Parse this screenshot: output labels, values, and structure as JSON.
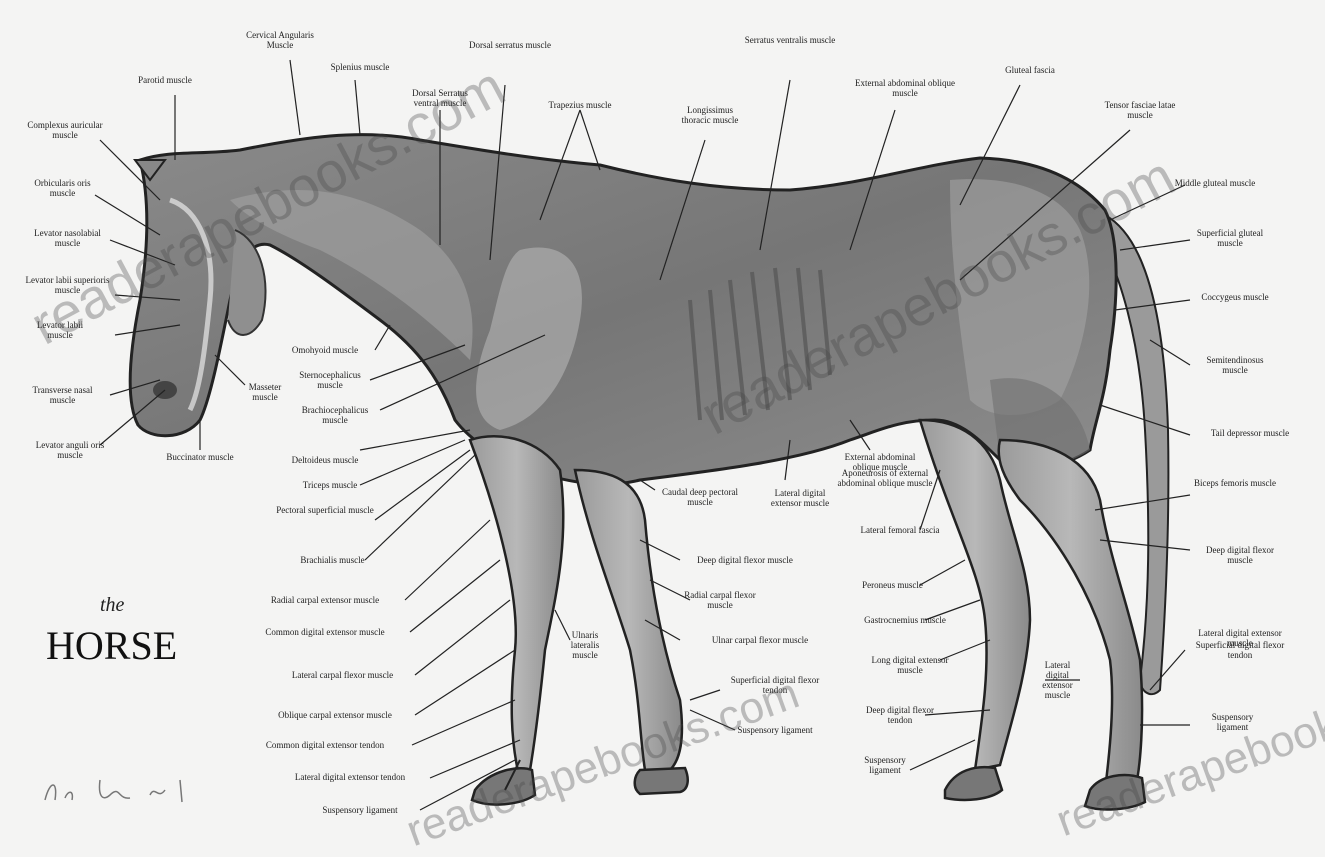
{
  "title": {
    "small": "the",
    "main": "HORSE"
  },
  "watermark": "readerapebooks.com",
  "labels": [
    {
      "id": "l-oblique-cervical-head",
      "text": "Cervical Angularis Muscle"
    },
    {
      "id": "l-splenius",
      "text": "Splenius muscle"
    },
    {
      "id": "l-dorsal-serratus",
      "text": "Dorsal Serratus ventral muscle"
    },
    {
      "id": "l-dorsal-serratus2",
      "text": "Dorsal serratus muscle"
    },
    {
      "id": "l-trapezius",
      "text": "Trapezius muscle"
    },
    {
      "id": "l-longissimus",
      "text": "Longissimus thoracic muscle"
    },
    {
      "id": "l-serratus-ventral",
      "text": "Serratus ventralis muscle"
    },
    {
      "id": "l-external-abdominal",
      "text": "External abdominal oblique muscle"
    },
    {
      "id": "l-gluteal-fascia",
      "text": "Gluteal fascia"
    },
    {
      "id": "l-tensor-fascia",
      "text": "Tensor fasciae latae muscle"
    },
    {
      "id": "l-parotid",
      "text": "Parotid muscle"
    },
    {
      "id": "l-complexus",
      "text": "Complexus auricular muscle"
    },
    {
      "id": "l-orbicularis",
      "text": "Orbicularis oris muscle"
    },
    {
      "id": "l-levator-nasolabialis",
      "text": "Levator nasolabial muscle"
    },
    {
      "id": "l-levator-labii",
      "text": "Levator labii superioris muscle"
    },
    {
      "id": "l-levator-labii2",
      "text": "Levator labii muscle"
    },
    {
      "id": "l-transverse-nasal",
      "text": "Transverse nasal muscle"
    },
    {
      "id": "l-levator-anguli",
      "text": "Levator anguli oris muscle"
    },
    {
      "id": "l-buccinator",
      "text": "Buccinator muscle"
    },
    {
      "id": "l-masseter",
      "text": "Masseter muscle"
    },
    {
      "id": "l-omohyoid",
      "text": "Omohyoid muscle"
    },
    {
      "id": "l-sternocephalicus",
      "text": "Sternocephalicus muscle"
    },
    {
      "id": "l-brachiocephalicus",
      "text": "Brachiocephalicus muscle"
    },
    {
      "id": "l-deltoideus",
      "text": "Deltoideus muscle"
    },
    {
      "id": "l-triceps",
      "text": "Triceps muscle"
    },
    {
      "id": "l-pectoral-superficial",
      "text": "Pectoral superficial muscle"
    },
    {
      "id": "l-brachialis",
      "text": "Brachialis muscle"
    },
    {
      "id": "l-radial-carpal-extensor",
      "text": "Radial carpal extensor muscle"
    },
    {
      "id": "l-common-digital",
      "text": "Common digital extensor muscle"
    },
    {
      "id": "l-lateral-carpal-flexor",
      "text": "Lateral carpal flexor muscle"
    },
    {
      "id": "l-oblique-carpal",
      "text": "Oblique carpal extensor muscle"
    },
    {
      "id": "l-common-digital-tendon",
      "text": "Common digital extensor tendon"
    },
    {
      "id": "l-lateral-digital-tendon",
      "text": "Lateral digital extensor tendon"
    },
    {
      "id": "l-suspensory-ligament",
      "text": "Suspensory ligament"
    },
    {
      "id": "l-ulnaris-lateralis",
      "text": "Ulnaris lateralis muscle"
    },
    {
      "id": "l-caudal-deep-pectoral",
      "text": "Caudal deep pectoral muscle"
    },
    {
      "id": "l-deep-digital-flexor",
      "text": "Deep digital flexor muscle"
    },
    {
      "id": "l-radial-carpal-flexor",
      "text": "Radial carpal flexor muscle"
    },
    {
      "id": "l-ulnar-carpal-flexor",
      "text": "Ulnar carpal flexor muscle"
    },
    {
      "id": "l-superficial-digital-tendon",
      "text": "Superficial digital flexor tendon"
    },
    {
      "id": "l-suspensory-ligament-2",
      "text": "Suspensory ligament"
    },
    {
      "id": "l-lateral-digital-extensor",
      "text": "Lateral digital extensor muscle"
    },
    {
      "id": "l-external-abdominal-2",
      "text": "External abdominal oblique muscle"
    },
    {
      "id": "l-aponeurosis",
      "text": "Aponeurosis of external abdominal oblique muscle"
    },
    {
      "id": "l-lateral-femoral",
      "text": "Lateral femoral fascia"
    },
    {
      "id": "l-peroneus",
      "text": "Peroneus muscle"
    },
    {
      "id": "l-gastrocnemius",
      "text": "Gastrocnemius muscle"
    },
    {
      "id": "l-long-digital-extensor",
      "text": "Long digital extensor muscle"
    },
    {
      "id": "l-deep-digital-flexor-tendon",
      "text": "Deep digital flexor tendon"
    },
    {
      "id": "l-suspensory-ligament-3",
      "text": "Suspensory ligament"
    },
    {
      "id": "l-lateral-digital-ext-hind",
      "text": "Lateral digital extensor muscle"
    },
    {
      "id": "l-middle-gluteal",
      "text": "Middle gluteal muscle"
    },
    {
      "id": "l-superficial-gluteal",
      "text": "Superficial gluteal muscle"
    },
    {
      "id": "l-coccygeus",
      "text": "Coccygeus muscle"
    },
    {
      "id": "l-semitendinosus",
      "text": "Semitendinosus muscle"
    },
    {
      "id": "l-tail-depressor",
      "text": "Tail depressor muscle"
    },
    {
      "id": "l-biceps-femoris",
      "text": "Biceps femoris muscle"
    },
    {
      "id": "l-deep-digital-hind",
      "text": "Deep digital flexor muscle"
    },
    {
      "id": "l-lateral-digital-hind-ext",
      "text": "Lateral digital extensor muscle"
    },
    {
      "id": "l-superficial-digital-hind",
      "text": "Superficial digital flexor tendon"
    },
    {
      "id": "l-suspensory-hind",
      "text": "Suspensory ligament"
    }
  ]
}
